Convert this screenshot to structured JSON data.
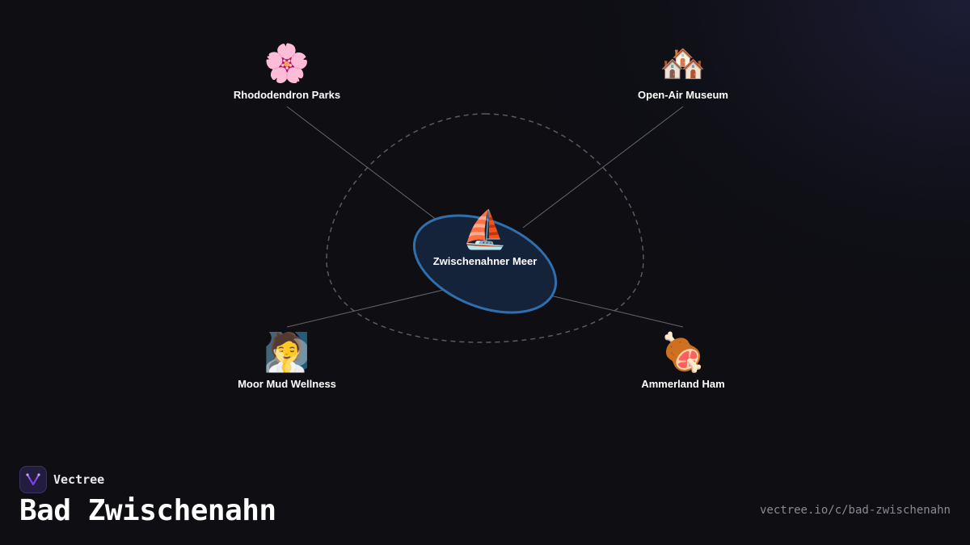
{
  "brand": {
    "name": "Vectree",
    "logo_icon": "vectree-logo-icon",
    "accent": "#9b5cf6"
  },
  "page": {
    "title": "Bad Zwischenahn",
    "url": "vectree.io/c/bad-zwischenahn"
  },
  "diagram": {
    "center": {
      "label": "Zwischenahner Meer",
      "icon": "sailboat-icon",
      "emoji": "⛵",
      "ring_color": "#2f6fae",
      "fill_color": "#15233a"
    },
    "nodes": [
      {
        "id": "rhododendron",
        "label": "Rhododendron Parks",
        "icon": "cherry-blossom-icon",
        "emoji": "🌸"
      },
      {
        "id": "museum",
        "label": "Open-Air Museum",
        "icon": "houses-icon",
        "emoji": "🏘️"
      },
      {
        "id": "wellness",
        "label": "Moor Mud Wellness",
        "icon": "spa-person-icon",
        "emoji": "🧖"
      },
      {
        "id": "ham",
        "label": "Ammerland Ham",
        "icon": "meat-on-bone-icon",
        "emoji": "🍖"
      }
    ]
  }
}
